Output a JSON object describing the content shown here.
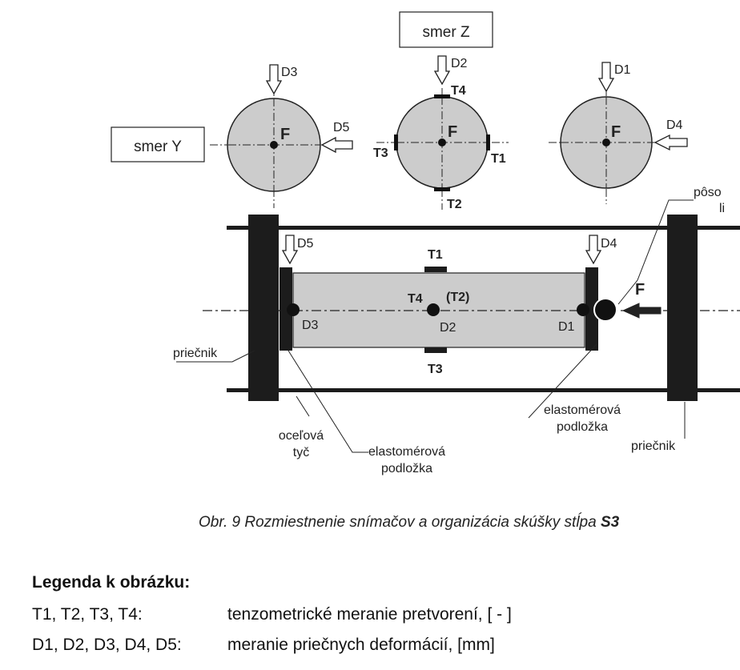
{
  "diagram": {
    "dir_z": "smer Z",
    "dir_y": "smer Y",
    "force": "F",
    "sensors": {
      "D1": "D1",
      "D2": "D2",
      "D3": "D3",
      "D4": "D4",
      "D5": "D5",
      "T1": "T1",
      "T2": "T2",
      "T3": "T3",
      "T4": "T4",
      "T2_paren": "(T2)"
    },
    "labels": {
      "pos_line1": "pôso",
      "pos_line2": "li",
      "priecnik_left": "priečnik",
      "priecnik_right": "priečnik",
      "ocelova_1": "oceľová",
      "ocelova_2": "tyč",
      "elast_left_1": "elastomérová",
      "elast_left_2": "podložka",
      "elast_right_1": "elastomérová",
      "elast_right_2": "podložka"
    },
    "colors": {
      "column_fill": "#cccccc",
      "steel": "#1c1c1c",
      "line": "#222222"
    }
  },
  "caption": {
    "prefix": "Obr. 9  Rozmiestnenie snímačov a organizácia skúšky stĺpa ",
    "bold": "S3"
  },
  "legend": {
    "title": "Legenda k obrázku:",
    "rows": [
      {
        "key": "T1, T2, T3, T4:",
        "desc": "tenzometrické meranie pretvorení, [ - ]"
      },
      {
        "key": "D1, D2, D3, D4, D5:",
        "desc": "meranie priečnych deformácií, [mm]"
      }
    ]
  }
}
